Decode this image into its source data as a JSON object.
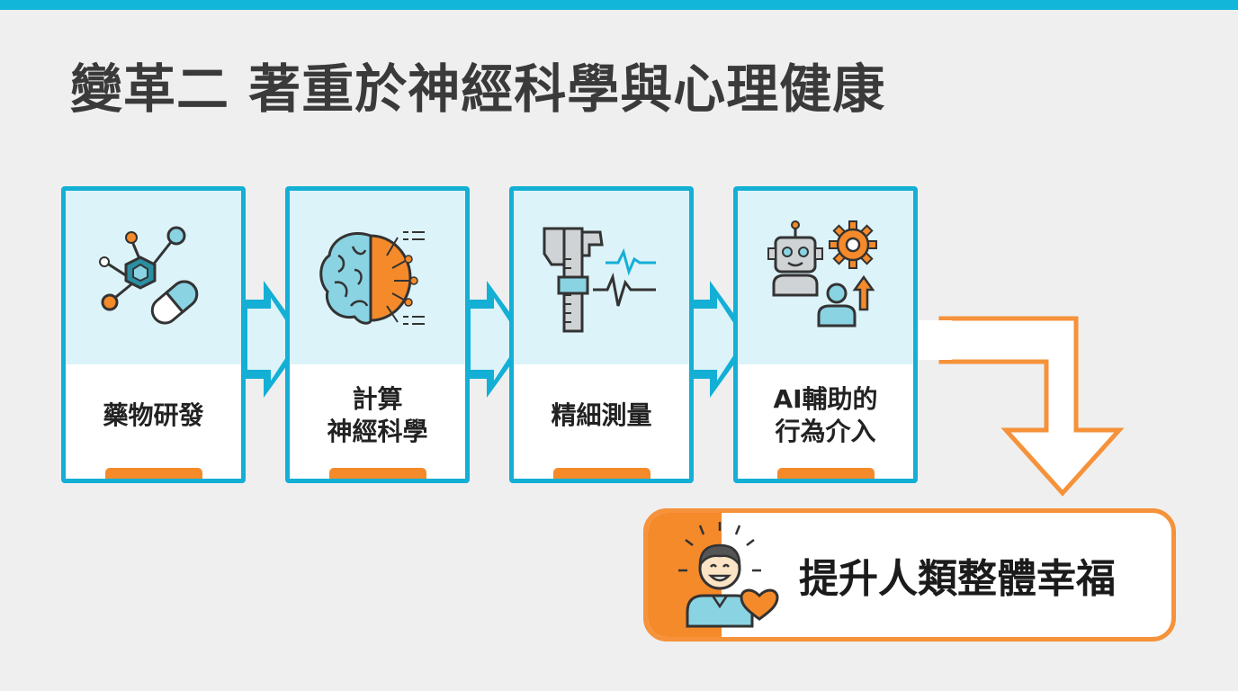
{
  "title": "變革二 著重於神經科學與心理健康",
  "steps": [
    {
      "label": "藥物研發",
      "icon": "molecule-capsule-icon"
    },
    {
      "label": "計算\n神經科學",
      "icon": "brain-network-icon"
    },
    {
      "label": "精細測量",
      "icon": "caliper-waveform-icon"
    },
    {
      "label": "AI輔助的\n行為介入",
      "icon": "robot-gear-person-icon"
    }
  ],
  "result": {
    "label": "提升人類整體幸福",
    "icon": "happy-person-heart-icon"
  },
  "colors": {
    "primary": "#14afd5",
    "accent": "#f58a2a",
    "title": "#3a3a3a",
    "background": "#efefef"
  }
}
